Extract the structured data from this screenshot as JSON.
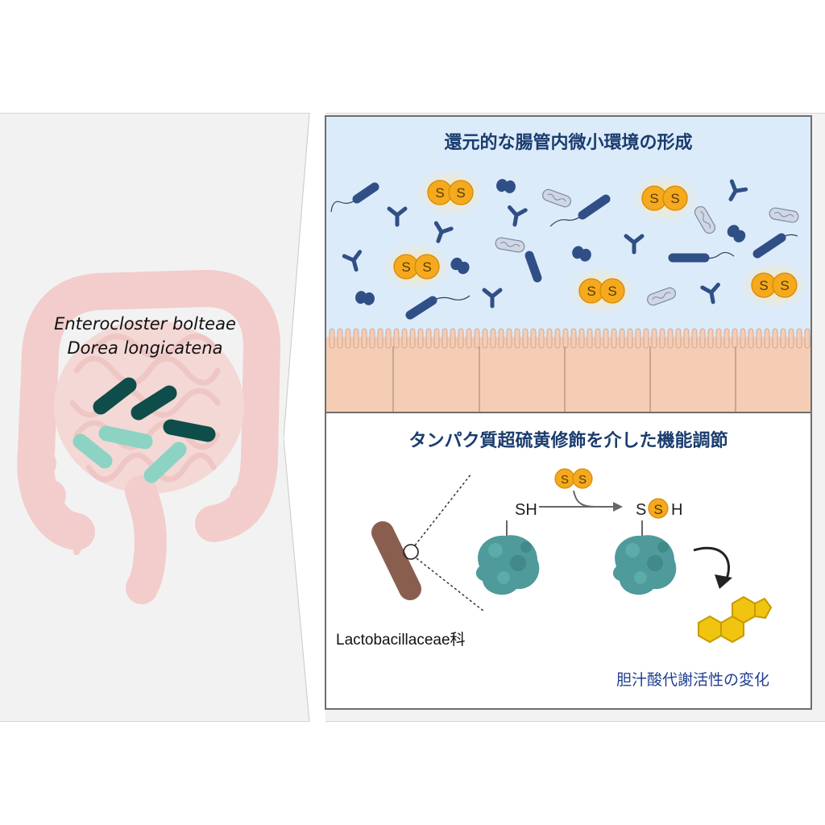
{
  "left": {
    "species": [
      "Enterocloster bolteae",
      "Dorea longicatena"
    ]
  },
  "top_panel": {
    "title": "還元的な腸管内微小環境の形成",
    "disulfide_atom_label": "S"
  },
  "bottom_panel": {
    "title": "タンパク質超硫黄修飾を介した機能調節",
    "reactant_group": "SH",
    "product_group_left": "S",
    "product_group_middle": "S",
    "product_group_right": "H",
    "donor_atom_label": "S",
    "bacterium_label": "Lactobacillaceae科",
    "outcome_label": "胆汁酸代謝活性の変化"
  },
  "colors": {
    "title_text": "#1a3c6e",
    "outcome_text": "#1f3f8f",
    "sulfur_fill": "#f5a91e",
    "bacteria_dark_teal": "#0e4d4a",
    "bacteria_light_teal": "#8cd3c4",
    "microbe_blue": "#2f4f86",
    "protein_teal": "#4f9a9a",
    "bile_acid_yellow": "#f1c40f",
    "lacto_brown": "#8a5e4e",
    "epithelium": "#f4cdb4",
    "lumen": "#dcebf9"
  }
}
